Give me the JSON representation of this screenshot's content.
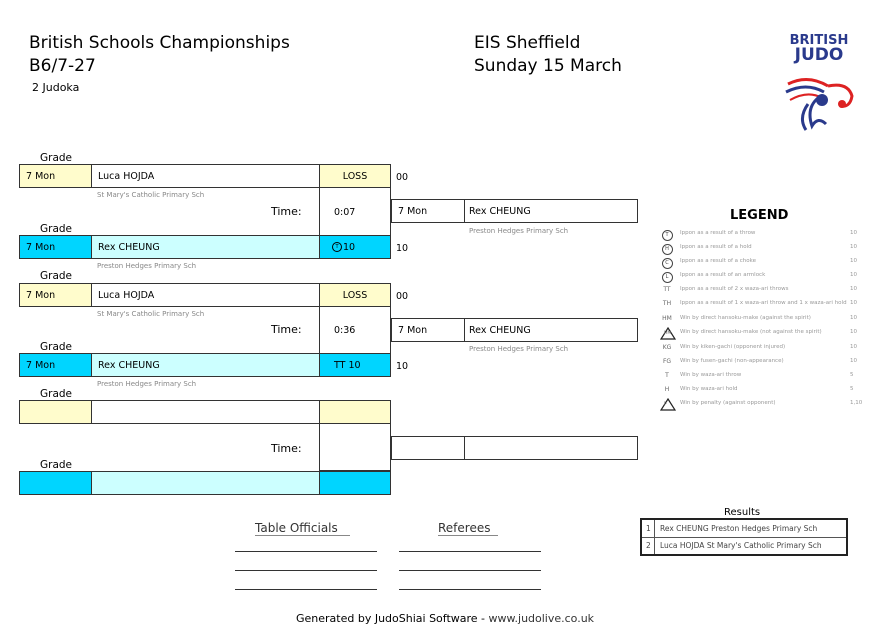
{
  "header": {
    "title": "British Schools Championships",
    "category": "B6/7-27",
    "competitors": "2 Judoka",
    "venue": "EIS Sheffield",
    "date": "Sunday 15 March",
    "logo_line1": "BRITISH",
    "logo_line2": "JUDO"
  },
  "labels": {
    "grade": "Grade",
    "time": "Time:"
  },
  "matches": [
    {
      "white": {
        "grade": "7 Mon",
        "name": "Luca HOJDA",
        "club": "St Mary's Catholic Primary Sch",
        "result": "LOSS",
        "score": "00"
      },
      "blue": {
        "grade": "7 Mon",
        "name": "Rex CHEUNG",
        "club": "Preston Hedges Primary Sch",
        "result": "10",
        "result_icon": "T",
        "score": "10"
      },
      "time": "0:07",
      "winner": {
        "grade": "7 Mon",
        "name": "Rex CHEUNG",
        "club": "Preston Hedges Primary Sch"
      }
    },
    {
      "white": {
        "grade": "7 Mon",
        "name": "Luca HOJDA",
        "club": "St Mary's Catholic Primary Sch",
        "result": "LOSS",
        "score": "00"
      },
      "blue": {
        "grade": "7 Mon",
        "name": "Rex CHEUNG",
        "club": "Preston Hedges Primary Sch",
        "result": "TT 10",
        "score": "10"
      },
      "time": "0:36",
      "winner": {
        "grade": "7 Mon",
        "name": "Rex CHEUNG",
        "club": "Preston Hedges Primary Sch"
      }
    },
    {
      "white": {
        "grade": "",
        "name": "",
        "club": "",
        "result": "",
        "score": ""
      },
      "blue": {
        "grade": "",
        "name": "",
        "club": "",
        "result": "",
        "score": ""
      },
      "time": "",
      "winner": {
        "grade": "",
        "name": "",
        "club": ""
      }
    }
  ],
  "legend": {
    "title": "LEGEND",
    "items": [
      {
        "sym": "T",
        "icon": "circle",
        "desc": "Ippon as a result of a throw",
        "pts": "10"
      },
      {
        "sym": "H",
        "icon": "circle",
        "desc": "Ippon as a result of a hold",
        "pts": "10"
      },
      {
        "sym": "C",
        "icon": "circle",
        "desc": "Ippon as a result of a choke",
        "pts": "10"
      },
      {
        "sym": "L",
        "icon": "circle",
        "desc": "Ippon as a result of an armlock",
        "pts": "10"
      },
      {
        "sym": "TT",
        "icon": "text",
        "desc": "Ippon as a result of 2 x waza-ari throws",
        "pts": "10"
      },
      {
        "sym": "TH",
        "icon": "text",
        "desc": "Ippon as a result of 1 x waza-ari throw and 1 x waza-ari hold",
        "pts": "10"
      },
      {
        "sym": "HM",
        "icon": "text",
        "desc": "Win by direct hansoku-make (against the spirit)",
        "pts": "10"
      },
      {
        "sym": "HM",
        "icon": "triangle",
        "desc": "Win by direct hansoku-make (not against the spirit)",
        "pts": "10"
      },
      {
        "sym": "KG",
        "icon": "text",
        "desc": "Win by kiken-gachi (opponent injured)",
        "pts": "10"
      },
      {
        "sym": "FG",
        "icon": "text",
        "desc": "Win by fusen-gachi (non-appearance)",
        "pts": "10"
      },
      {
        "sym": "T",
        "icon": "text",
        "desc": "Win by waza-ari throw",
        "pts": "5"
      },
      {
        "sym": "H",
        "icon": "text",
        "desc": "Win by waza-ari hold",
        "pts": "5"
      },
      {
        "sym": "P",
        "icon": "triangle",
        "desc": "Win by penalty (against opponent)",
        "pts": "1,10"
      }
    ]
  },
  "results": {
    "title": "Results",
    "rows": [
      {
        "rank": "1",
        "text": "Rex CHEUNG Preston Hedges Primary Sch"
      },
      {
        "rank": "2",
        "text": "Luca HOJDA St Mary's Catholic Primary Sch"
      }
    ]
  },
  "officials": {
    "table_officials": "Table Officials",
    "referees": "Referees"
  },
  "footer": {
    "generated": "Generated by JudoShiai Software - ",
    "url": "www.judolive.co.uk"
  }
}
